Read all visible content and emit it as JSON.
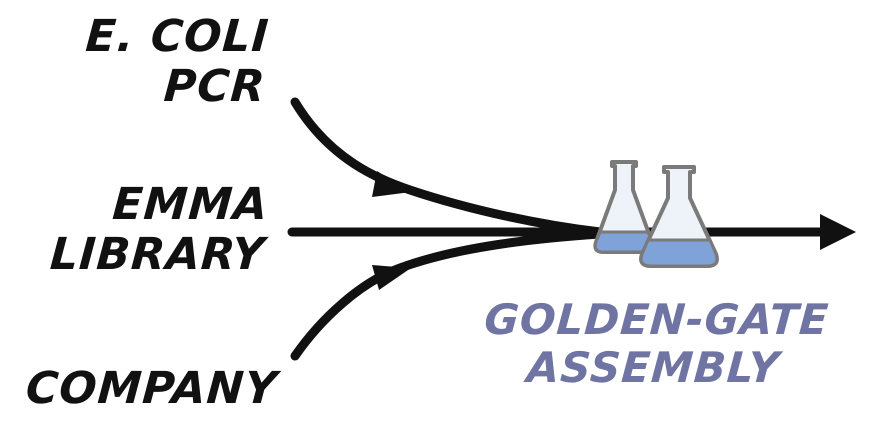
{
  "sources": [
    {
      "lines": [
        "E. COLI",
        "PCR"
      ]
    },
    {
      "lines": [
        "EMMA",
        "LIBRARY"
      ]
    },
    {
      "lines": [
        "COMPANY"
      ]
    }
  ],
  "output": {
    "lines": [
      "GOLDEN-GATE",
      "ASSEMBLY"
    ]
  },
  "icon": "flasks-icon",
  "colors": {
    "ink": "#111111",
    "label_accent": "#6f74a3",
    "flask_liquid": "#7fa3d9",
    "flask_glass": "#eef3fa",
    "flask_outline": "#7a7a7a"
  }
}
